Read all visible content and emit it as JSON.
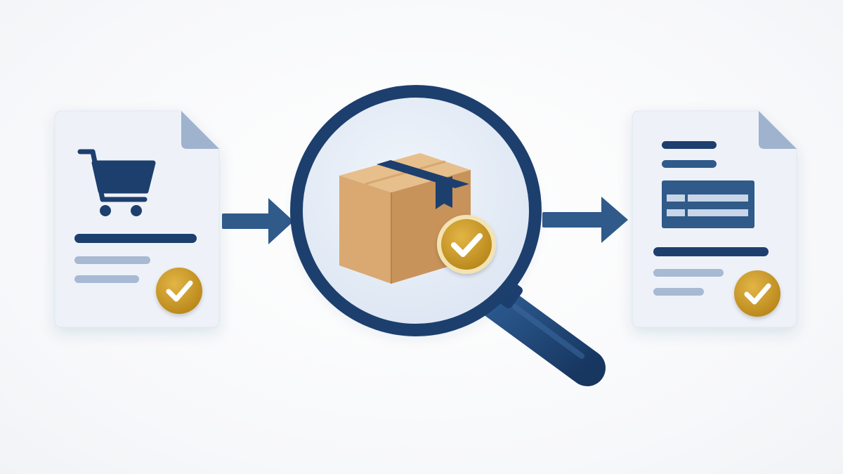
{
  "diagram": {
    "steps": [
      {
        "id": "order-document",
        "icon": "shopping-cart-icon",
        "status": "check-badge-icon"
      },
      {
        "id": "package-inspection",
        "icon": "package-box-icon",
        "status": "check-badge-icon"
      },
      {
        "id": "record-document",
        "icon": "form-table-icon",
        "status": "check-badge-icon"
      }
    ],
    "connectors": [
      "arrow-right-icon",
      "arrow-right-icon"
    ]
  },
  "colors": {
    "navy": "#1d3f6e",
    "steel_blue": "#2f5a8a",
    "light_blue": "#a7b9d3",
    "paper": "#eef2f8",
    "paper_fold": "#9fb3cf",
    "gold": "#c9981f",
    "gold_light": "#dcae3b",
    "box_tan": "#d9a971",
    "box_dark": "#c48f55",
    "box_light": "#e7bf8c",
    "lens_fill": "#e4ecf6"
  }
}
